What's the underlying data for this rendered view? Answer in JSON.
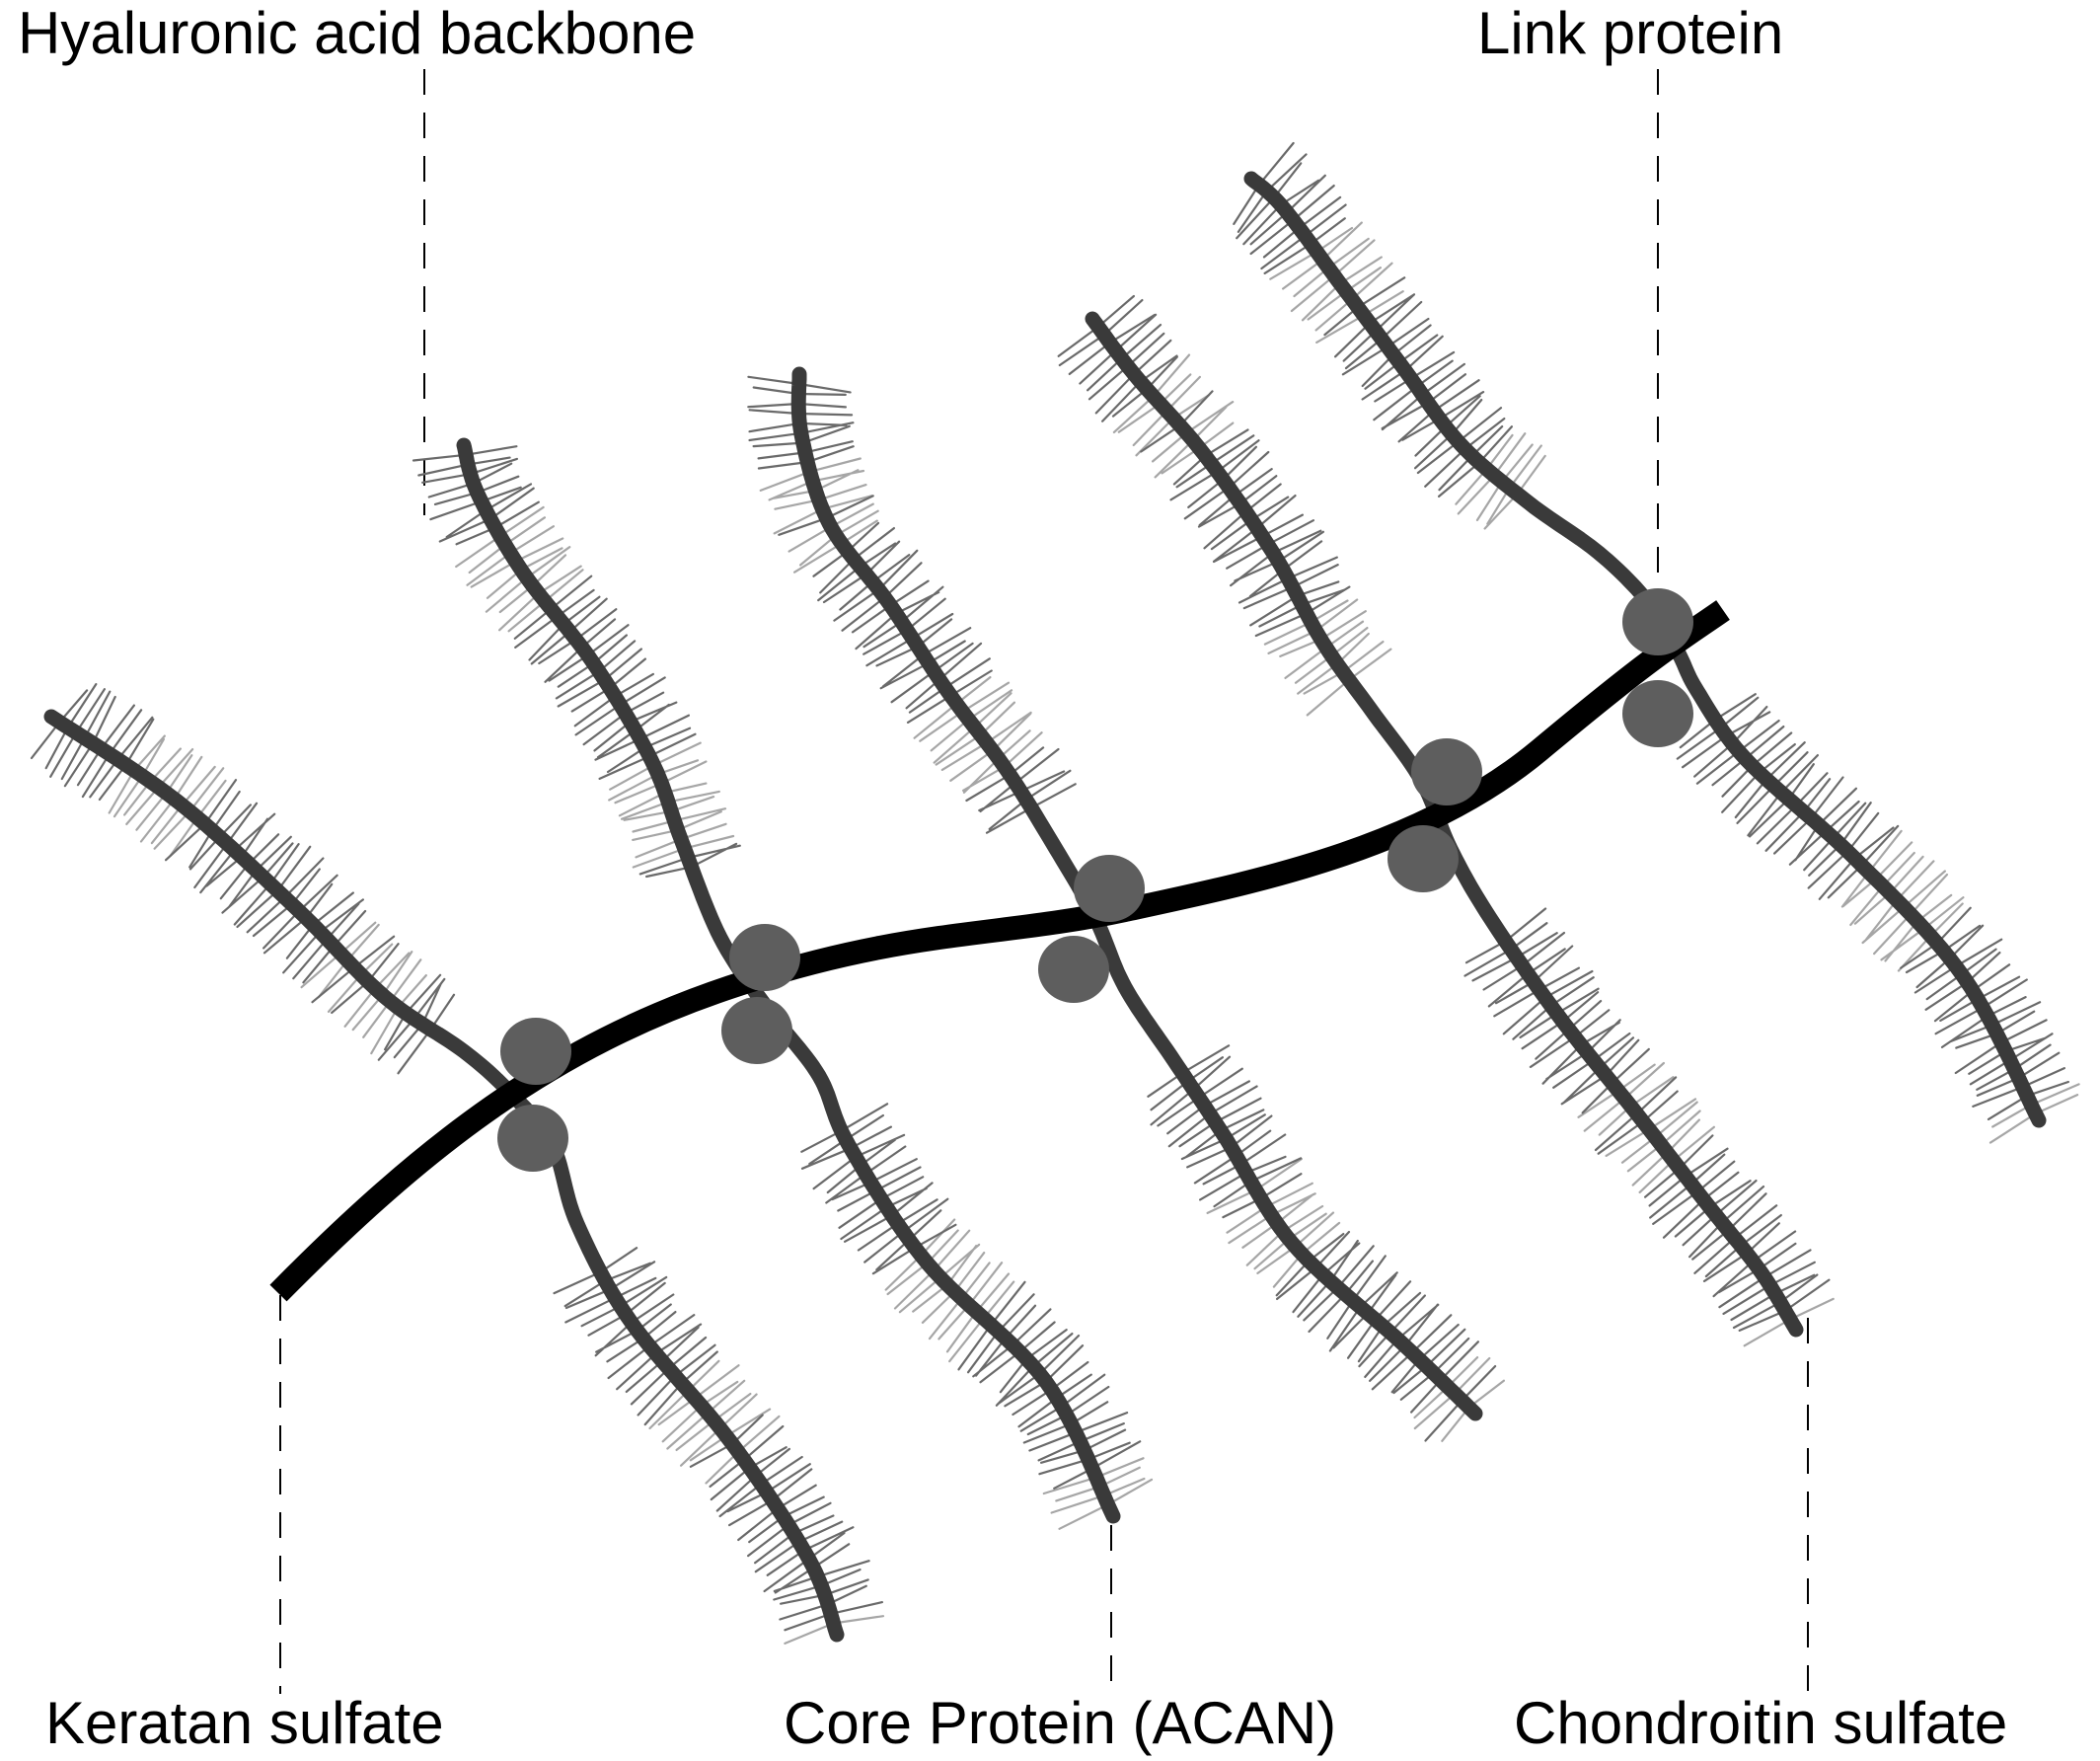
{
  "labels": {
    "hyaluronic_acid_backbone": "Hyaluronic acid backbone",
    "link_protein": "Link protein",
    "keratan_sulfate": "Keratan sulfate",
    "core_protein": "Core Protein (ACAN)",
    "chondroitin_sulfate": "Chondroitin sulfate"
  },
  "colors": {
    "backbone": "#000000",
    "core_protein": "#3a3a3a",
    "link_protein": "#5e5e5e",
    "chondroitin_sulfate": "#6a6a6a",
    "keratan_sulfate": "#a6a6a6",
    "leader_line": "#000000"
  }
}
